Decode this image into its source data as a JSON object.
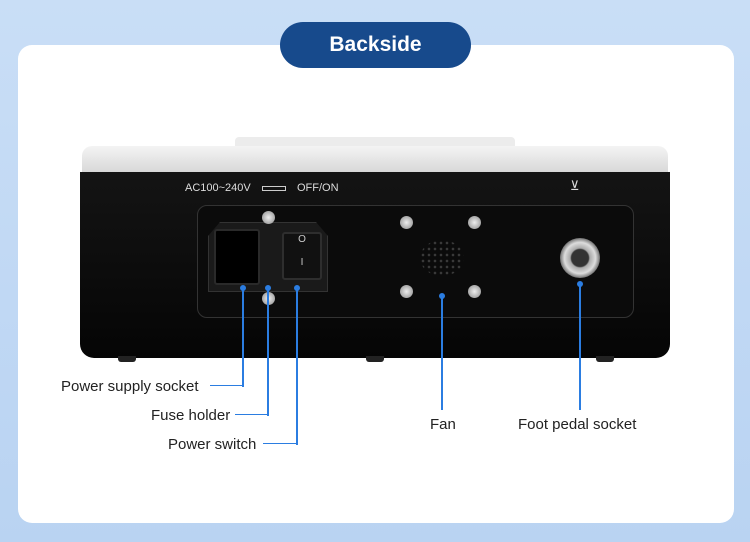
{
  "title": "Backside",
  "device": {
    "voltage_label": "AC100~240V",
    "switch_label": "OFF/ON",
    "switch_off": "O",
    "switch_on": "I"
  },
  "callouts": {
    "power_supply_socket": "Power supply socket",
    "fuse_holder": "Fuse holder",
    "power_switch": "Power switch",
    "fan": "Fan",
    "foot_pedal_socket": "Foot pedal socket"
  },
  "colors": {
    "accent": "#2b7de1",
    "pill": "#174a8c"
  }
}
